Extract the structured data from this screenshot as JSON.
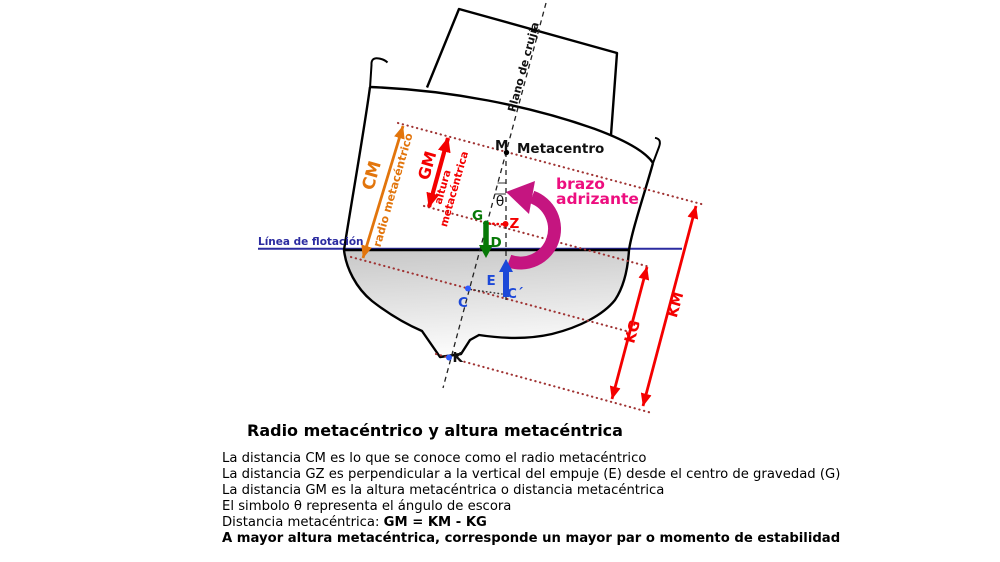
{
  "diagram": {
    "labels": {
      "plano": "Plano de crujía",
      "m": "M",
      "metacentro": "Metacentro",
      "theta": "θ",
      "cm": "CM",
      "radio": "radio metacéntrico",
      "gm": "GM",
      "altura": "altura",
      "metacentrica": "metacéntrica",
      "brazo1": "brazo",
      "brazo2": "adrizante",
      "g": "G",
      "z": "Z",
      "d": "D",
      "e": "E",
      "c": "C",
      "c_prime": "C´",
      "k": "K",
      "kg": "KG",
      "km": "KM",
      "flotacion": "Línea de flotación"
    },
    "colors": {
      "waterline": "#2B2BA0",
      "dotted_construction": "#A03333",
      "cm_orange": "#E2750C",
      "red": "#F40000",
      "weight_green": "#067806",
      "buoyancy_blue": "#1C48D8",
      "point_blue": "#2E5BFF",
      "righting_arrow": "#C51580",
      "righting_label": "#ED0E7F",
      "hull": "#000000",
      "underwater_gray": "#C7C7C7"
    }
  },
  "caption": {
    "title": "Radio metacéntrico y altura metacéntrica",
    "line1": "La distancia CM es lo que se conoce como el radio metacéntrico",
    "line2": "La distancia GZ es perpendicular a la vertical del empuje (E) desde el centro de gravedad (G)",
    "line3": "La distancia GM es la altura metacéntrica o distancia metacéntrica",
    "line4": "El simbolo θ representa el ángulo de escora",
    "line5_normal": "Distancia metacéntrica: ",
    "line5_bold": "GM = KM - KG",
    "line6": "A mayor altura metacéntrica, corresponde un mayor par o momento de estabilidad"
  }
}
